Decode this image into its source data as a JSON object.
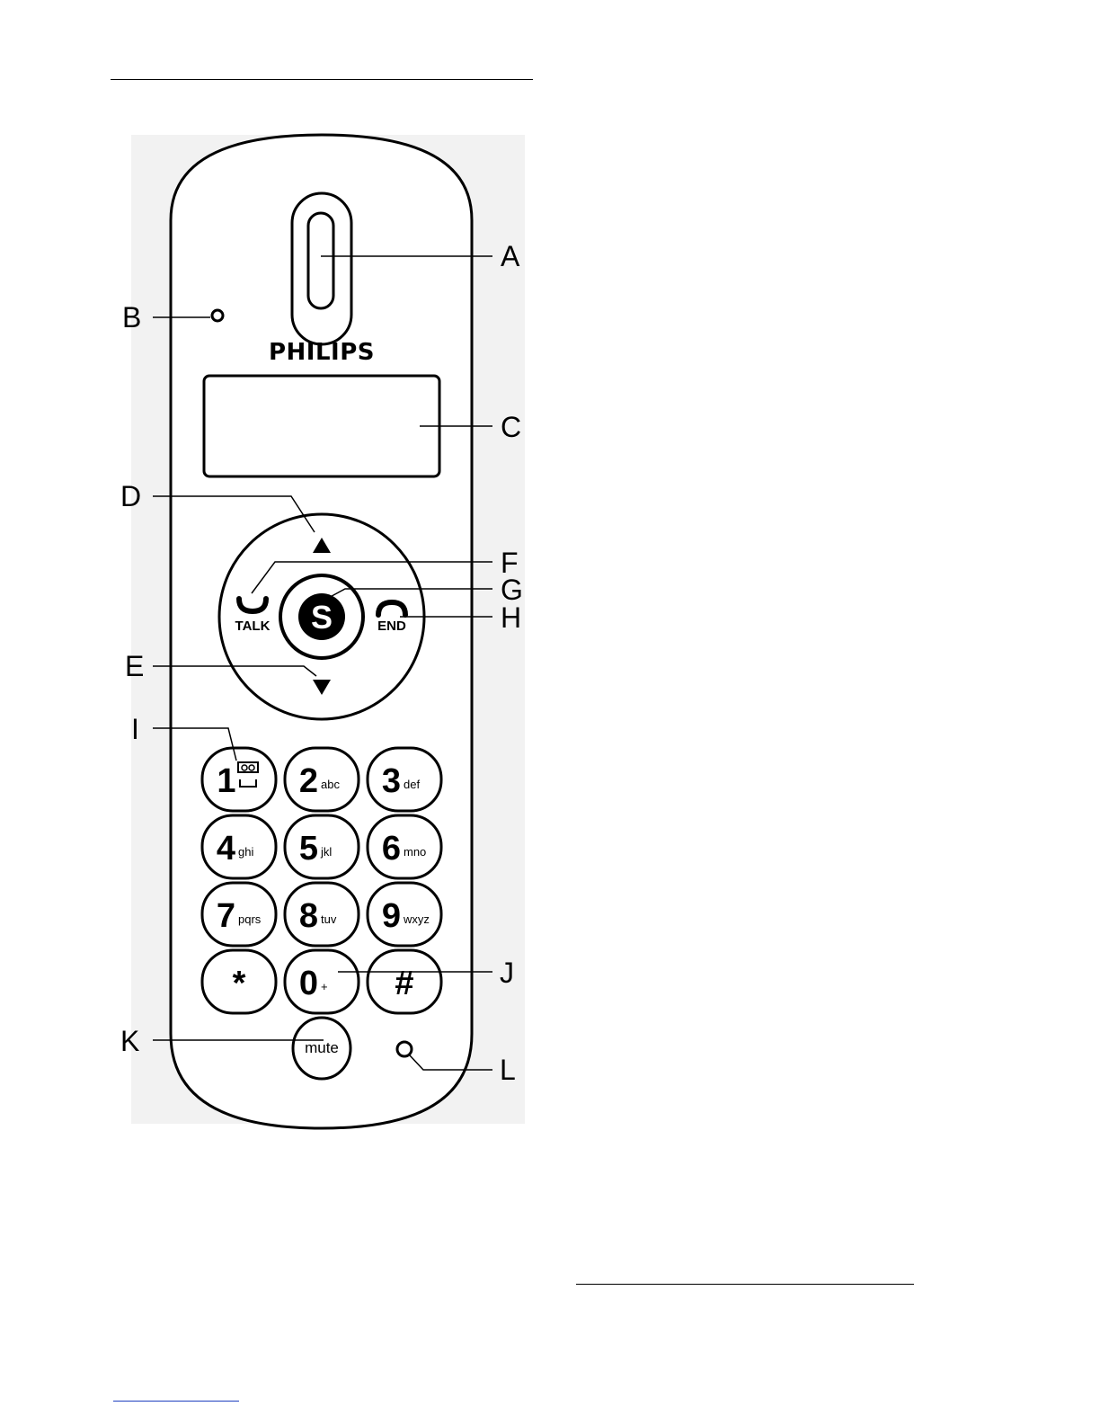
{
  "brand": "PHILIPS",
  "callouts": {
    "A": "A",
    "B": "B",
    "C": "C",
    "D": "D",
    "E": "E",
    "F": "F",
    "G": "G",
    "H": "H",
    "I": "I",
    "J": "J",
    "K": "K",
    "L": "L"
  },
  "nav": {
    "talk_label": "TALK",
    "end_label": "END",
    "skype_letter": "S"
  },
  "keypad": {
    "keys": [
      {
        "num": "1",
        "sub": ""
      },
      {
        "num": "2",
        "sub": "abc"
      },
      {
        "num": "3",
        "sub": "def"
      },
      {
        "num": "4",
        "sub": "ghi"
      },
      {
        "num": "5",
        "sub": "jkl"
      },
      {
        "num": "6",
        "sub": "mno"
      },
      {
        "num": "7",
        "sub": "pqrs"
      },
      {
        "num": "8",
        "sub": "tuv"
      },
      {
        "num": "9",
        "sub": "wxyz"
      },
      {
        "num": "*",
        "sub": ""
      },
      {
        "num": "0",
        "sub": "+"
      },
      {
        "num": "#",
        "sub": ""
      }
    ],
    "mute_label": "mute"
  },
  "icons": {
    "voicemail": "voicemail-icon",
    "talk": "phone-off-hook-icon",
    "end": "phone-hang-up-icon",
    "up": "triangle-up-icon",
    "down": "triangle-down-icon",
    "skype": "skype-logo-icon"
  }
}
